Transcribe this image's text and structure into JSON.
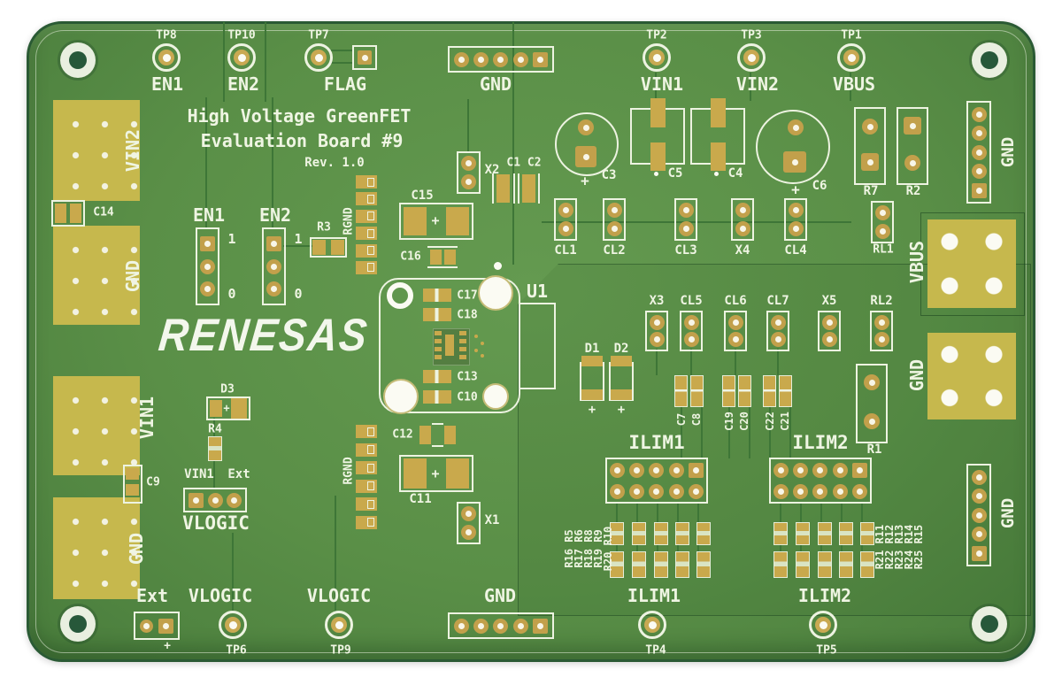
{
  "colors": {
    "board_green": "#5a8f47",
    "pad_gold": "#c6b84d",
    "silkscreen": "#eff5e3",
    "trace_dark": "#3e7637"
  },
  "silkscreen": {
    "title_line1": "High Voltage GreenFET",
    "title_line2": "Evaluation Board #9",
    "rev": "Rev. 1.0",
    "brand": "RENESAS",
    "plus": "+"
  },
  "testpoints": {
    "tp8": {
      "ref": "TP8",
      "signal": "EN1"
    },
    "tp10": {
      "ref": "TP10",
      "signal": "EN2"
    },
    "tp7": {
      "ref": "TP7",
      "signal": "FLAG"
    },
    "tp2": {
      "ref": "TP2",
      "signal": "VIN1"
    },
    "tp3": {
      "ref": "TP3",
      "signal": "VIN2"
    },
    "tp1": {
      "ref": "TP1",
      "signal": "VBUS"
    },
    "tp6": {
      "ref": "TP6",
      "signal": "VLOGIC"
    },
    "tp9": {
      "ref": "TP9",
      "signal": "VLOGIC"
    },
    "tp4": {
      "ref": "TP4",
      "signal": "ILIM1"
    },
    "tp5": {
      "ref": "TP5",
      "signal": "ILIM2"
    }
  },
  "headers": {
    "gnd_top": "GND",
    "gnd_bottom": "GND",
    "gnd_right_top": "GND",
    "gnd_right_bottom": "GND",
    "x1": "X1",
    "x2": "X2",
    "x3": "X3",
    "x4": "X4",
    "x5": "X5",
    "cl1": "CL1",
    "cl2": "CL2",
    "cl3": "CL3",
    "cl4": "CL4",
    "cl5": "CL5",
    "cl6": "CL6",
    "cl7": "CL7",
    "rl1": "RL1",
    "rl2": "RL2",
    "ext": "Ext"
  },
  "power_pads": {
    "vin2": "VIN2",
    "gnd_upper": "GND",
    "vin1": "VIN1",
    "gnd_lower": "GND",
    "vbus": "VBUS",
    "gnd_right": "GND"
  },
  "enable": {
    "en1": "EN1",
    "en2": "EN2",
    "high": "1",
    "low": "0"
  },
  "vlogic": {
    "label": "VLOGIC",
    "source_left": "VIN1",
    "source_right": "Ext"
  },
  "components": {
    "u1": "U1",
    "rgnd_top": "RGND",
    "rgnd_bottom": "RGND",
    "c1c2": "C1 C2",
    "c3": "C3",
    "c4": "C4",
    "c5": "C5",
    "c6": "C6",
    "c9": "C9",
    "c10": "C10",
    "c11": "C11",
    "c12": "C12",
    "c13": "C13",
    "c14": "C14",
    "c15": "C15",
    "c16": "C16",
    "c17": "C17",
    "c18": "C18",
    "c7": "C7",
    "c8": "C8",
    "c19": "C19",
    "c20": "C20",
    "c21": "C21",
    "c22": "C22",
    "d1": "D1",
    "d2": "D2",
    "d3": "D3",
    "r1": "R1",
    "r2": "R2",
    "r3": "R3",
    "r4": "R4",
    "r7": "R7"
  },
  "ilim1": {
    "label": "ILIM1",
    "resistor_labels": [
      "R16 R5",
      "R17 R6",
      "R18 R8",
      "R19 R9",
      "R20 R10"
    ]
  },
  "ilim2": {
    "label": "ILIM2",
    "resistor_labels": [
      "R21 R11",
      "R22 R12",
      "R23 R13",
      "R24 R14",
      "R25 R15"
    ]
  }
}
